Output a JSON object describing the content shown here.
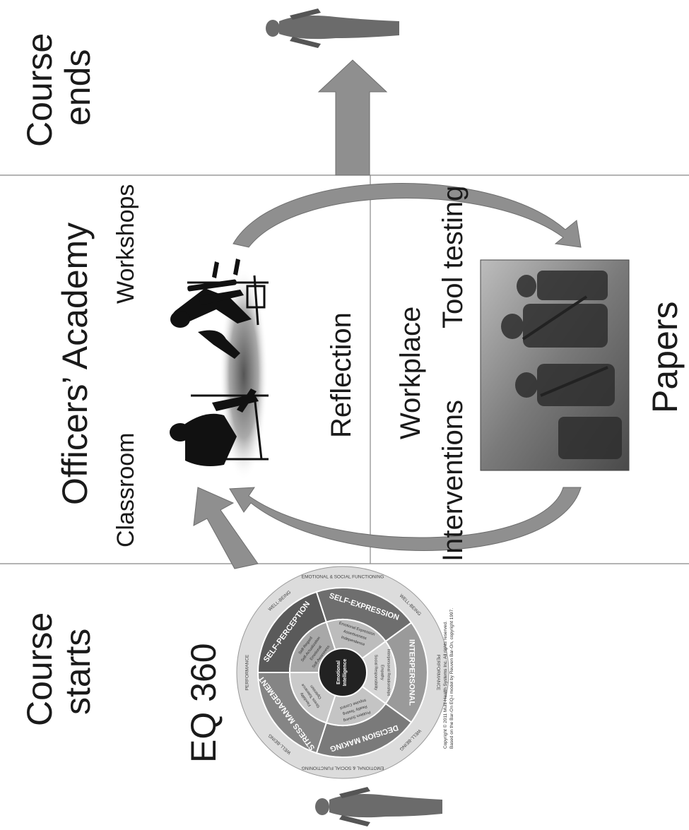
{
  "sections": {
    "course_starts": [
      "Course",
      "starts"
    ],
    "course_ends": [
      "Course",
      "ends"
    ],
    "academy_title": "Officers’ Academy",
    "classroom": "Classroom",
    "workshops": "Workshops",
    "reflection": "Reflection",
    "workplace": "Workplace",
    "interventions": "Interventions",
    "tool_testing": "Tool testing",
    "papers": "Papers",
    "eq360": "EQ 360"
  },
  "eq_wheel": {
    "center": [
      "Emotional",
      "Intelligence"
    ],
    "ring_outer": [
      "PERFORMANCE",
      "WELL-BEING",
      "EMOTIONAL & SOCIAL FUNCTIONING"
    ],
    "segments": [
      {
        "name": "SELF-PERCEPTION",
        "items": [
          "Self-Regard",
          "Self-Actualization",
          "Emotional",
          "Self-Awareness"
        ]
      },
      {
        "name": "SELF-EXPRESSION",
        "items": [
          "Emotional Expression",
          "Assertiveness",
          "Independence"
        ]
      },
      {
        "name": "INTERPERSONAL",
        "items": [
          "Interpersonal Relationships",
          "Empathy",
          "Social Responsibility"
        ]
      },
      {
        "name": "DECISION MAKING",
        "items": [
          "Problem Solving",
          "Reality Testing",
          "Impulse Control"
        ]
      },
      {
        "name": "STRESS MANAGEMENT",
        "items": [
          "Flexibility",
          "Stress Tolerance",
          "Optimism"
        ]
      }
    ],
    "copyright": [
      "Copyright © 2011 Multi-Health Systems Inc. All rights reserved.",
      "Based on the Bar-On EQ-i model by Reuven Bar-On, copyright 1997."
    ]
  }
}
